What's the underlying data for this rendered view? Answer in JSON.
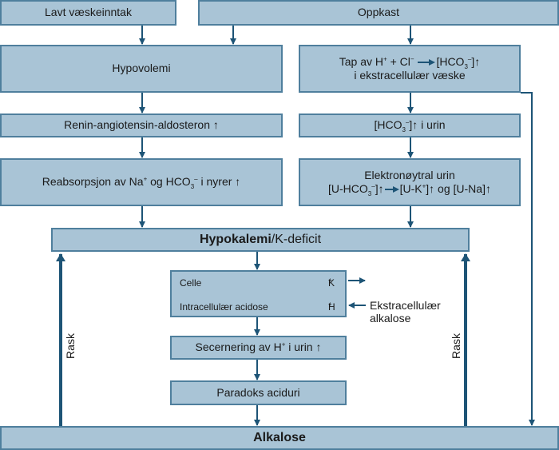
{
  "boxes": {
    "lavt": "Lavt væskeinntak",
    "oppkast": "Oppkast",
    "hypovolemi": "Hypovolemi",
    "tap_line1_a": "Tap av H",
    "tap_line1_b": " + Cl",
    "tap_line1_c": "[HCO",
    "tap_line1_d": "]↑",
    "tap_line2": "i ekstracellulær væske",
    "renin": "Renin-angiotensin-aldosteron ↑",
    "hco3_urin_a": "[HCO",
    "hco3_urin_b": "]↑ i urin",
    "reabs_a": "Reabsorpsjon av Na",
    "reabs_b": " og HCO",
    "reabs_c": " i nyrer ↑",
    "elektro_line1": "Elektronøytral urin",
    "elektro_line2_a": "[U-HCO",
    "elektro_line2_b": "]↑",
    "elektro_line2_c": "[U-K",
    "elektro_line2_d": "]↑ og [U-Na]↑",
    "hypokalemi_bold": "Hypokalemi",
    "hypokalemi_rest": "/K-deficit",
    "celle": "Celle",
    "celle_k": "K",
    "intracell": "Intracellulær acidose",
    "celle_h": "H",
    "ekstra_line1": "Ekstracellulær",
    "ekstra_line2": "alkalose",
    "secern_a": "Secernering av H",
    "secern_b": " i urin ↑",
    "paradoks": "Paradoks aciduri",
    "alkalose": "Alkalose"
  },
  "labels": {
    "rask_left": "Rask",
    "rask_right": "Rask"
  },
  "symbols": {
    "plus": "+",
    "minus": "−",
    "sub3": "3",
    "sub3minus": "3",
    "supminus": "–"
  },
  "colors": {
    "box_fill": "#a9c4d6",
    "box_border": "#4f7f9d",
    "arrow": "#1d5476"
  }
}
